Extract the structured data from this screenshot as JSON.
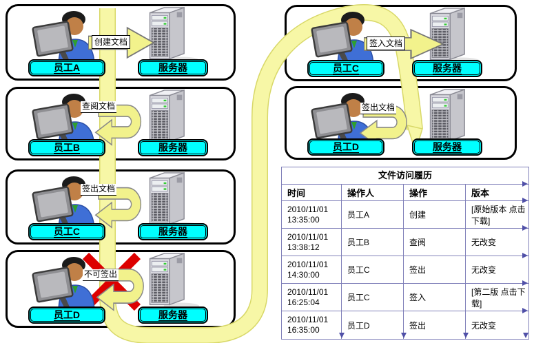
{
  "workflow": {
    "boxes": [
      {
        "person": "员工A",
        "server": "服务器",
        "action": "创建文档",
        "action_type": "send-right"
      },
      {
        "person": "员工B",
        "server": "服务器",
        "action": "查阅文档",
        "action_type": "uturn-left"
      },
      {
        "person": "员工C",
        "server": "服务器",
        "action": "签出文档",
        "action_type": "uturn-left"
      },
      {
        "person": "员工D",
        "server": "服务器",
        "action": "不可签出",
        "action_type": "uturn-left-blocked"
      },
      {
        "person": "员工C",
        "server": "服务器",
        "action": "签入文档",
        "action_type": "send-right"
      },
      {
        "person": "员工D",
        "server": "服务器",
        "action": "签出文档",
        "action_type": "uturn-left"
      }
    ]
  },
  "table": {
    "title": "文件访问履历",
    "headers": [
      "时间",
      "操作人",
      "操作",
      "版本"
    ],
    "rows": [
      {
        "date": "2010/11/01",
        "time": "13:35:00",
        "operator": "员工A",
        "operation": "创建",
        "version": "[原始版本 点击下载]"
      },
      {
        "date": "2010/11/01",
        "time": "13:38:12",
        "operator": "员工B",
        "operation": "查阅",
        "version": "无改变"
      },
      {
        "date": "2010/11/01",
        "time": "14:30:00",
        "operator": "员工C",
        "operation": "签出",
        "version": "无改变"
      },
      {
        "date": "2010/11/01",
        "time": "16:25:04",
        "operator": "员工C",
        "operation": "签入",
        "version": "[第二版 点击下载]"
      },
      {
        "date": "2010/11/01",
        "time": "16:35:00",
        "operator": "员工D",
        "operation": "签出",
        "version": "无改变"
      }
    ]
  },
  "colors": {
    "label_bg": "#00ffff",
    "flow_band_fill": "#f7f7a6",
    "flow_band_edge": "#d8d868",
    "arrow_fill": "#f2f28c",
    "blocked_x": "#dd0000",
    "table_border": "#7e7eb8"
  }
}
